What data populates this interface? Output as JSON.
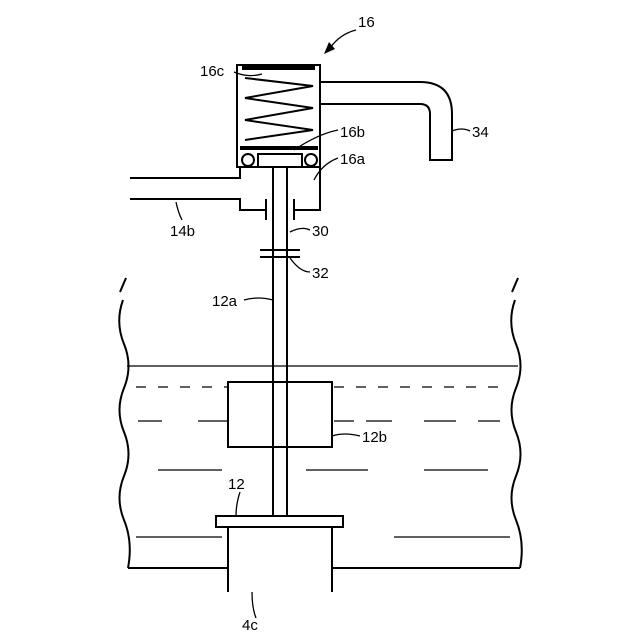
{
  "labels": {
    "valve": "16",
    "spring": "16c",
    "diaphragm": "16b",
    "chamber": "16a",
    "outlet": "34",
    "inlet_pipe": "14b",
    "shaft_seal": "30",
    "collar": "32",
    "rod": "12a",
    "float": "12b",
    "plate": "12",
    "drain": "4c"
  }
}
